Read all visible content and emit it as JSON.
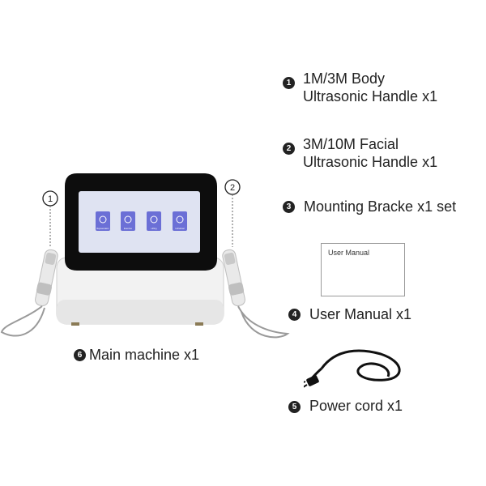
{
  "items": [
    {
      "num": "1",
      "line1": "1M/3M Body",
      "line2": "Ultrasonic Handle x1"
    },
    {
      "num": "2",
      "line1": "3M/10M Facial",
      "line2": "Ultrasonic Handle x1"
    },
    {
      "num": "3",
      "line1": "Mounting Bracke x1 set"
    },
    {
      "num": "4",
      "line1": "User Manual x1"
    },
    {
      "num": "5",
      "line1": "Power cord  x1"
    },
    {
      "num": "6",
      "line1": "Main machine  x1"
    }
  ],
  "manual": {
    "title": "User Manual"
  },
  "callouts": {
    "left": "1",
    "right": "2"
  },
  "screen_tiles": [
    "Rejuvenation",
    "Exercise",
    "Lifting",
    "Individual"
  ],
  "colors": {
    "badge": "#222222",
    "screen_bg": "#dfe3f2",
    "tile": "#6b6fd6",
    "device_body": "#f4f4f4"
  }
}
